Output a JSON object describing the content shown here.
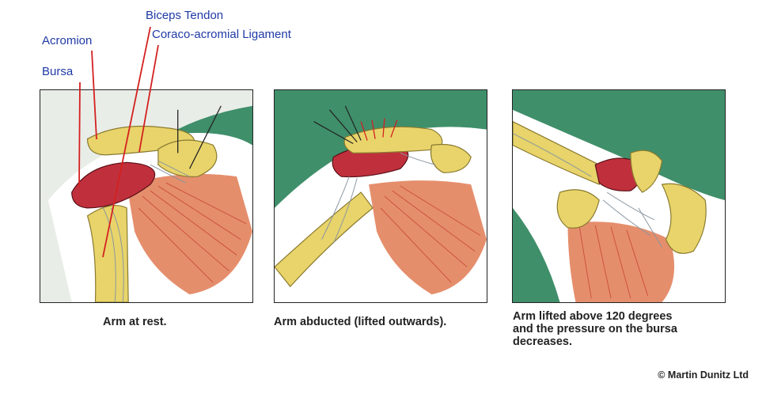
{
  "labels": {
    "acromion": "Acromion",
    "bursa": "Bursa",
    "biceps_tendon": "Biceps Tendon",
    "coraco_acromial_ligament": "Coraco-acromial Ligament"
  },
  "panels": [
    {
      "caption": "Arm at rest."
    },
    {
      "caption": "Arm abducted (lifted outwards)."
    },
    {
      "caption_lines": [
        "Arm lifted above 120 degrees",
        "and the pressure on the bursa",
        "decreases."
      ]
    }
  ],
  "copyright": "© Martin Dunitz Ltd",
  "colors": {
    "background_green": "#3f8f6a",
    "bone": "#e8d46a",
    "bursa": "#c0303c",
    "muscle": "#d9583a",
    "leader": "#d42020",
    "label_text": "#1f3aa6"
  }
}
